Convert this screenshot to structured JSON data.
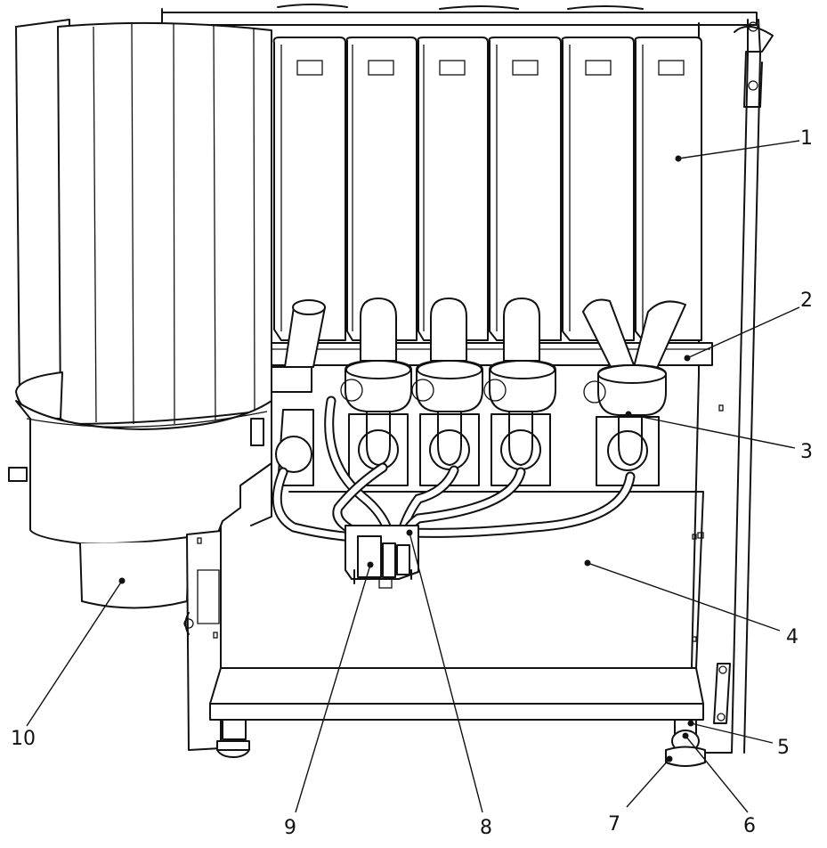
{
  "labels": {
    "c1": "1",
    "c2": "2",
    "c3": "3",
    "c4": "4",
    "c5": "5",
    "c6": "6",
    "c7": "7",
    "c8": "8",
    "c9": "9",
    "c10": "10"
  }
}
